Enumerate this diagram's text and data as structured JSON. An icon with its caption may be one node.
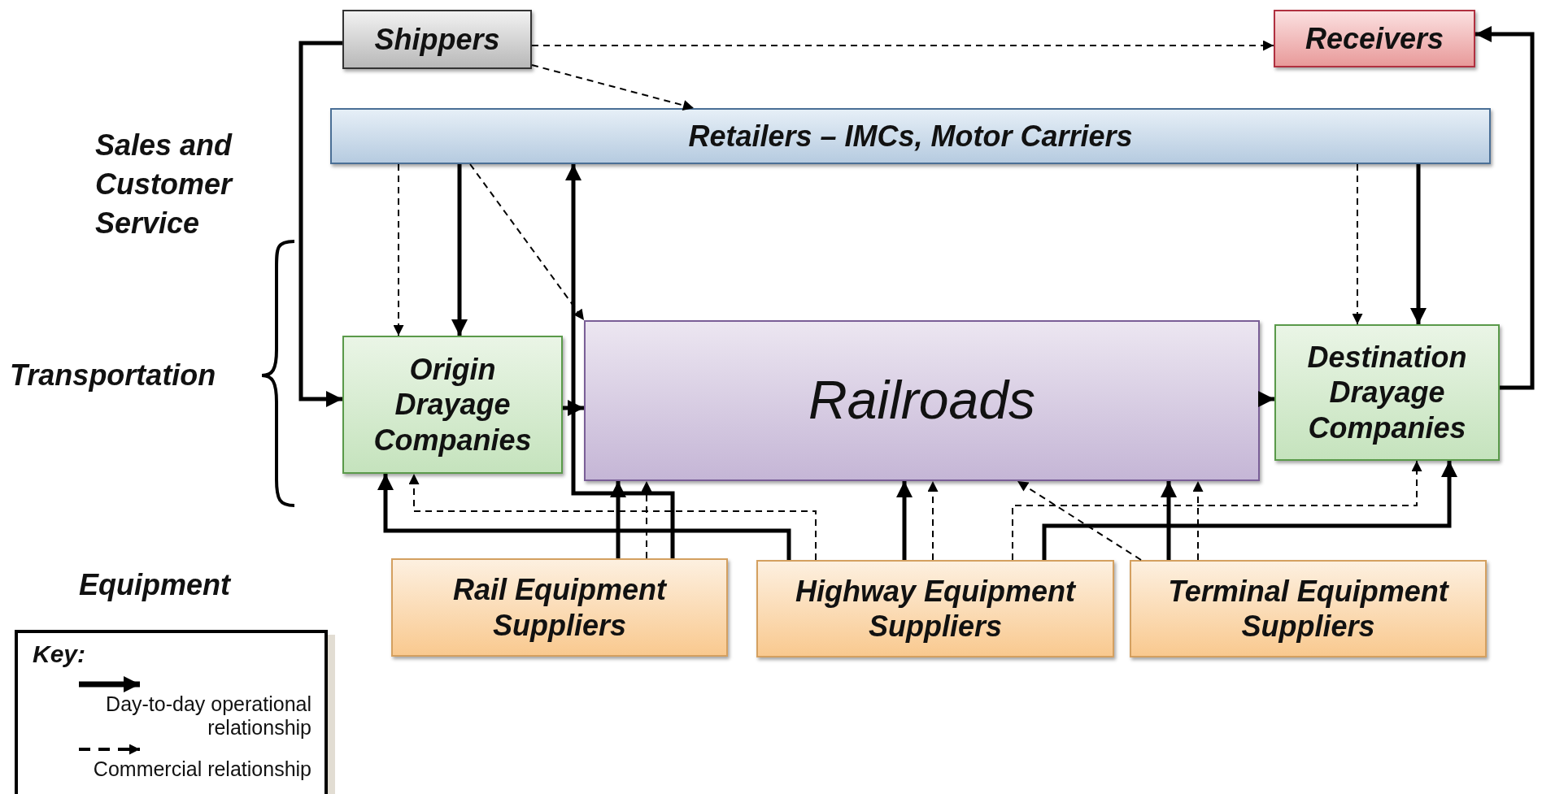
{
  "diagram": {
    "nodes": [
      {
        "text": [
          "Shippers"
        ]
      },
      {
        "text": [
          "Receivers"
        ]
      },
      {
        "text": [
          "Retailers – IMCs, Motor Carriers"
        ]
      },
      {
        "text": [
          "Origin Drayage Companies"
        ]
      },
      {
        "text": [
          "Railroads"
        ]
      },
      {
        "text": [
          "Destination Drayage Companies"
        ]
      },
      {
        "text": [
          "Rail Equipment Suppliers"
        ]
      },
      {
        "text": [
          "Highway Equipment Suppliers"
        ]
      },
      {
        "text": [
          "Terminal Equipment Suppliers"
        ]
      }
    ],
    "edges": [
      {
        "from": 0,
        "to": 1,
        "arrow": "to",
        "style": "dashed"
      },
      {
        "from": 0,
        "to": 2,
        "arrow": "to",
        "style": "dashed"
      },
      {
        "from": 0,
        "to": 3,
        "arrow": "to"
      },
      {
        "from": 5,
        "to": 1,
        "arrow": "to"
      },
      {
        "from": 2,
        "to": 3,
        "arrow": "to",
        "style": "dashed"
      },
      {
        "from": 2,
        "to": 3,
        "arrow": "to"
      },
      {
        "from": 2,
        "to": 4,
        "arrow": "to",
        "style": "dashed"
      },
      {
        "from": 2,
        "to": 5,
        "arrow": "to",
        "style": "dashed"
      },
      {
        "from": 2,
        "to": 5,
        "arrow": "to"
      },
      {
        "from": 3,
        "to": 4,
        "arrow": "to"
      },
      {
        "from": 4,
        "to": 5,
        "arrow": "to"
      },
      {
        "from": 6,
        "to": 2,
        "arrow": "to"
      },
      {
        "from": 6,
        "to": 4,
        "arrow": "to"
      },
      {
        "from": 6,
        "to": 4,
        "arrow": "to",
        "style": "dashed"
      },
      {
        "from": 7,
        "to": 3,
        "arrow": "to"
      },
      {
        "from": 7,
        "to": 3,
        "arrow": "to",
        "style": "dashed"
      },
      {
        "from": 7,
        "to": 4,
        "arrow": "to"
      },
      {
        "from": 7,
        "to": 4,
        "arrow": "to",
        "style": "dashed"
      },
      {
        "from": 7,
        "to": 5,
        "arrow": "to",
        "style": "dashed"
      },
      {
        "from": 7,
        "to": 5,
        "arrow": "to"
      },
      {
        "from": 8,
        "to": 4,
        "arrow": "to",
        "style": "dashed"
      },
      {
        "from": 8,
        "to": 4,
        "arrow": "to"
      },
      {
        "from": 8,
        "to": 4,
        "arrow": "to",
        "style": "dashed"
      }
    ],
    "labels": [
      "Sales and Customer Service",
      "Transportation",
      "Equipment",
      "Key:"
    ],
    "legend": [
      {
        "text": "Day-to-day operational relationship"
      },
      {
        "text": "Commercial relationship"
      }
    ]
  }
}
